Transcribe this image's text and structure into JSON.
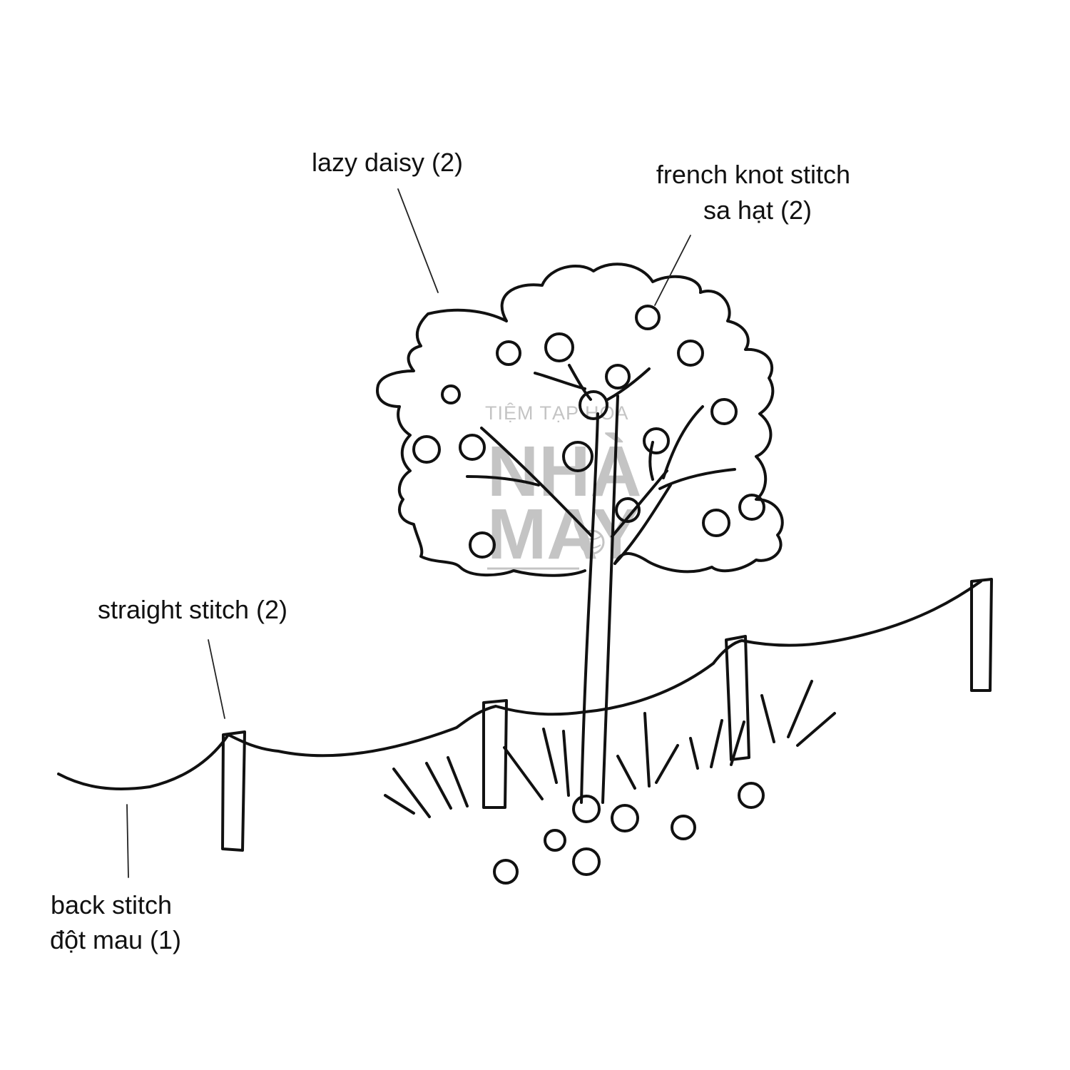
{
  "labels": {
    "lazy_daisy": "lazy daisy (2)",
    "french_knot_line1": "french knot stitch",
    "french_knot_line2": "sa hạt (2)",
    "straight_stitch": "straight stitch (2)",
    "back_stitch_line1": "back stitch",
    "back_stitch_line2": "đột mau (1)"
  },
  "watermark": {
    "top": "TIỆM TẠP HÓA",
    "middle": "NHÀ",
    "bottom": "MAY"
  },
  "colors": {
    "ink": "#111111",
    "watermark": "#c4c4c4",
    "background": "#ffffff"
  }
}
